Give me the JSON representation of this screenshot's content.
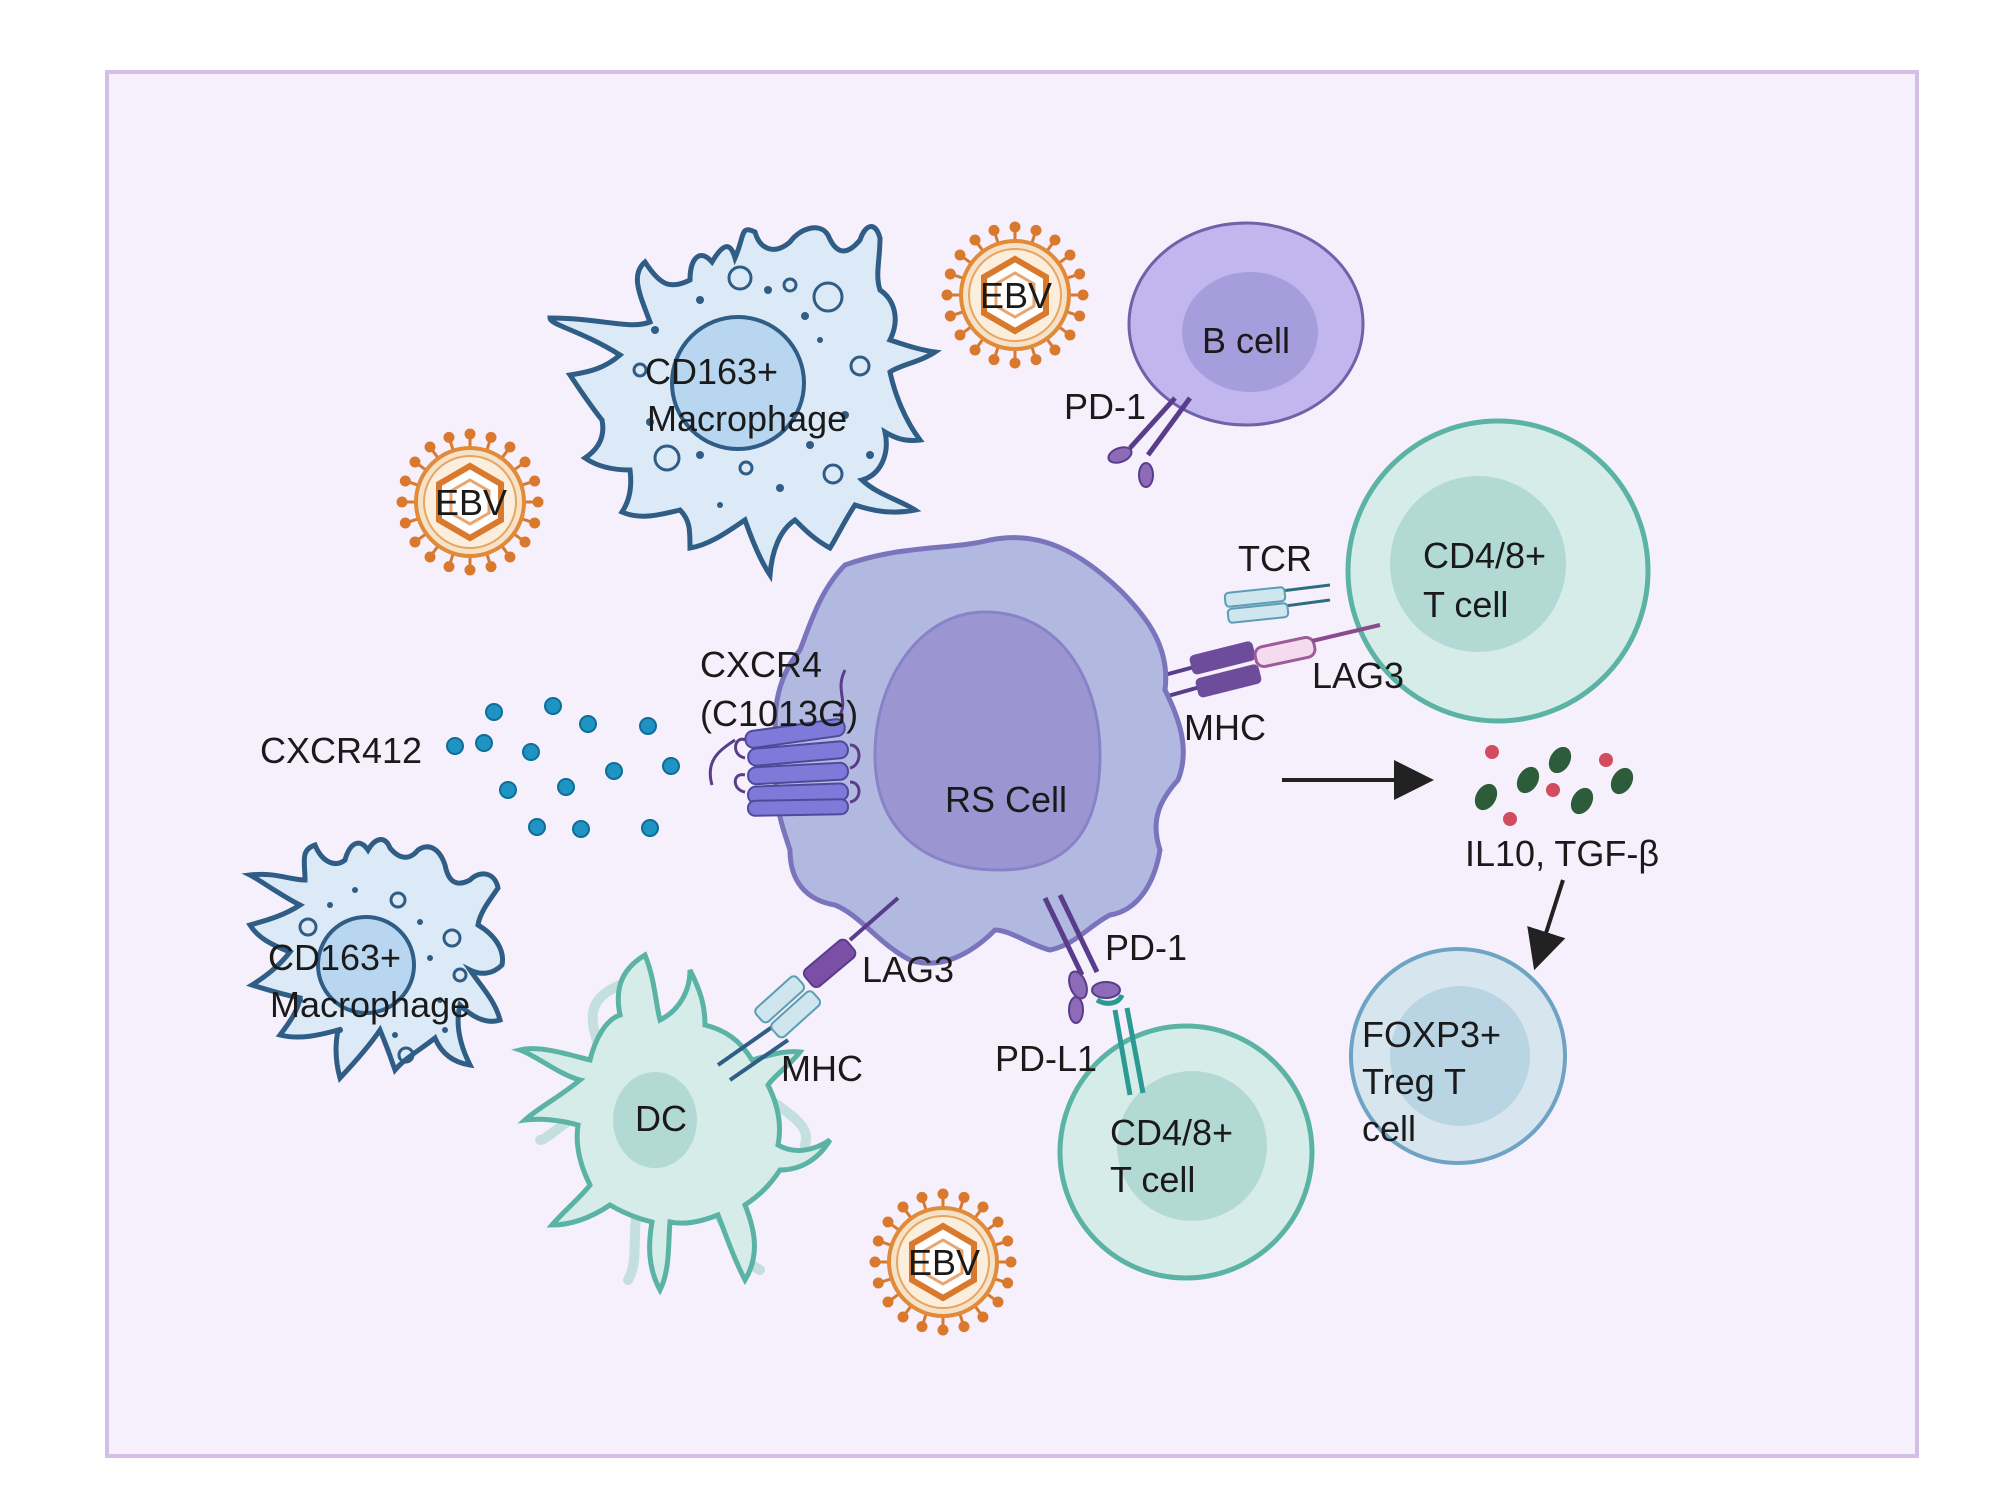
{
  "labels": {
    "macrophage_top": [
      "CD163+",
      "Macrophage"
    ],
    "macrophage_left": [
      "CD163+",
      "Macrophage"
    ],
    "ebv": "EBV",
    "b_cell": "B cell",
    "pd1": "PD-1",
    "t_cell": [
      "CD4/8+",
      "T cell"
    ],
    "tcr": "TCR",
    "lag3": "LAG3",
    "mhc": "MHC",
    "cxcr4": [
      "CXCR4",
      "(C1013G)"
    ],
    "cxcr412": "CXCR412",
    "rs_cell": "RS Cell",
    "cytokines": "IL10, TGF-β",
    "treg": [
      "FOXP3+",
      "Treg T",
      "cell"
    ],
    "dc": "DC",
    "pdl1": "PD-L1"
  },
  "colors": {
    "panel_bg": "#f6f0fc",
    "panel_border": "#d3bfe6",
    "macrophage_fill": "#dceaf7",
    "macrophage_stroke": "#2f5d85",
    "rs_cell_fill": "#b2b9e0",
    "rs_cell_stroke": "#7a74bd",
    "rs_nucleus": "#9b96d2",
    "b_cell_fill": "#c2b6ee",
    "b_cell_nucleus": "#a69ddd",
    "t_cell_fill": "#d6ece9",
    "t_cell_stroke": "#5ab3a4",
    "t_cell_nucleus": "#b2d9d3",
    "treg_fill": "#d6e5ee",
    "treg_stroke": "#6ea3c4",
    "ebv_spike": "#d9792e",
    "chemokine": "#1e93c4",
    "cytokine_green": "#2c5c3a",
    "cytokine_red": "#d04c5e",
    "receptor_purple": "#5a3d8a",
    "tcr_blue": "#a9d3e3",
    "pdl1_teal": "#2b9a92",
    "arrow": "#222222"
  }
}
